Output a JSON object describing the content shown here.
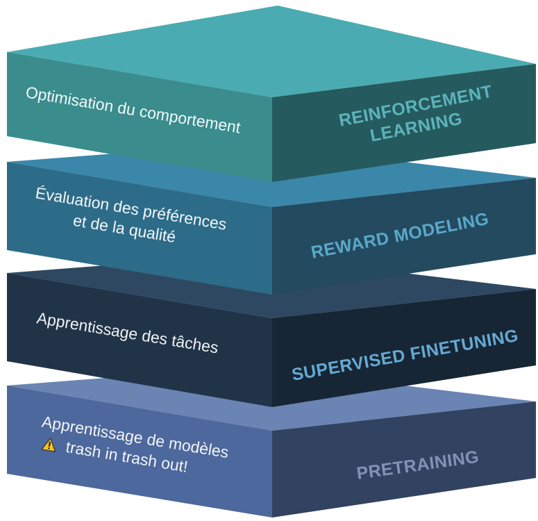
{
  "layers": [
    {
      "id": "pretraining",
      "title": "PRETRAINING",
      "description_lines": [
        "Apprentissage de modèles",
        "trash in trash out!"
      ],
      "warning_icon": "warning-triangle-icon",
      "colors": {
        "top": "#6a84b4",
        "left": "#4d689c",
        "right": "#324261",
        "title": "#8093b6",
        "desc": "#f2f4f8"
      }
    },
    {
      "id": "supervised-finetuning",
      "title": "SUPERVISED FINETUNING",
      "description_lines": [
        "Apprentissage des tâches"
      ],
      "colors": {
        "top": "#2e4862",
        "left": "#213346",
        "right": "#162635",
        "title": "#66a9d3",
        "desc": "#eef2f6"
      }
    },
    {
      "id": "reward-modeling",
      "title": "REWARD MODELING",
      "description_lines": [
        "Évaluation des préférences",
        "et de la qualité"
      ],
      "colors": {
        "top": "#3b87aa",
        "left": "#2d6c89",
        "right": "#244a5f",
        "title": "#5aa9c9",
        "desc": "#f2f6f8"
      }
    },
    {
      "id": "reinforcement-learning",
      "title_lines": [
        "REINFORCEMENT",
        "LEARNING"
      ],
      "description_lines": [
        "Optimisation du comportement"
      ],
      "colors": {
        "top": "#4aacb2",
        "left": "#3a8c8d",
        "right": "#255a5f",
        "title": "#5cb4bb",
        "desc": "#f4fafa"
      }
    }
  ]
}
